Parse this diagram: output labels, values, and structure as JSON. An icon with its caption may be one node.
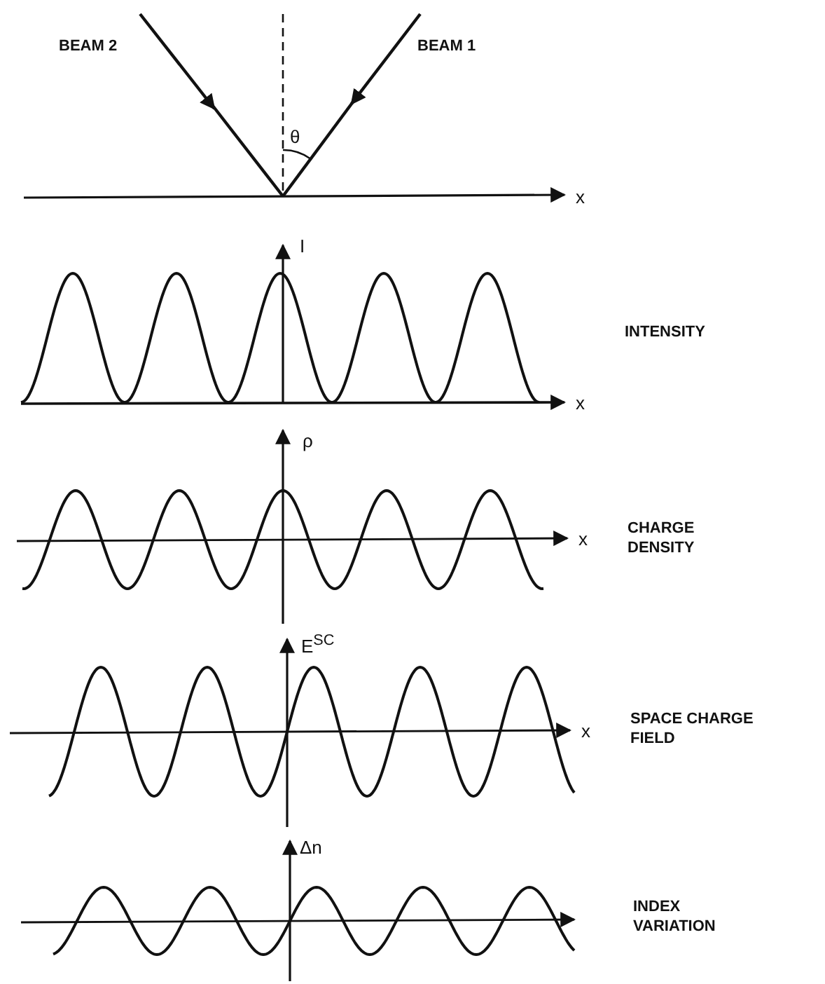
{
  "diagram": {
    "labels": [
      "BEAM 2",
      "BEAM 1",
      "θ",
      "x",
      "I",
      "INTENSITY",
      "x",
      "ρ",
      "CHARGE DENSITY",
      "x",
      "E$^{SC}$",
      "SPACE CHARGE FIELD",
      "x",
      "Δn",
      "INDEX VARIATION"
    ]
  }
}
